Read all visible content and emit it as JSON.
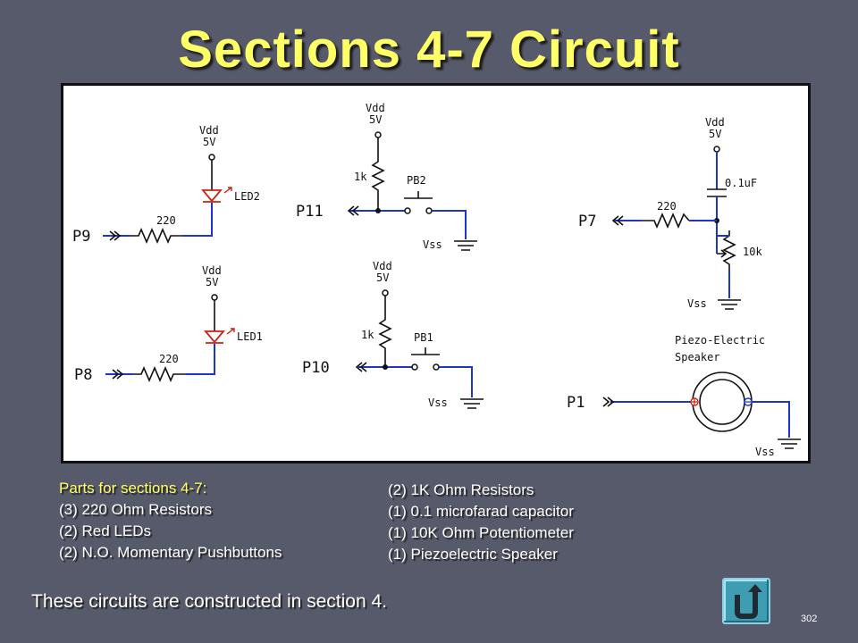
{
  "title": "Sections 4-7 Circuit",
  "diagram": {
    "led2_circuit": {
      "supply": "Vdd",
      "voltage": "5V",
      "led": "LED2",
      "resistor": "220",
      "port": "P9"
    },
    "led1_circuit": {
      "supply": "Vdd",
      "voltage": "5V",
      "led": "LED1",
      "resistor": "220",
      "port": "P8"
    },
    "pb2_circuit": {
      "supply": "Vdd",
      "voltage": "5V",
      "resistor": "1k",
      "button": "PB2",
      "port": "P11",
      "ground": "Vss"
    },
    "pb1_circuit": {
      "supply": "Vdd",
      "voltage": "5V",
      "resistor": "1k",
      "button": "PB1",
      "port": "P10",
      "ground": "Vss"
    },
    "pot_circuit": {
      "supply": "Vdd",
      "voltage": "5V",
      "capacitor": "0.1uF",
      "resistor": "220",
      "potentiometer": "10k",
      "port": "P7",
      "ground": "Vss"
    },
    "speaker_circuit": {
      "label_line1": "Piezo-Electric",
      "label_line2": "Speaker",
      "port": "P1",
      "ground": "Vss"
    }
  },
  "parts_left": {
    "heading": "Parts for sections 4-7:",
    "items": [
      "(3) 220 Ohm Resistors",
      "(2) Red LEDs",
      "(2) N.O. Momentary Pushbuttons"
    ]
  },
  "parts_right": {
    "items": [
      "(2) 1K Ohm Resistors",
      "(1) 0.1 microfarad capacitor",
      "(1) 10K Ohm Potentiometer",
      "(1) Piezoelectric Speaker"
    ]
  },
  "footer_note": "These circuits are constructed in section 4.",
  "back_button": {
    "icon": "u-turn-arrow-icon"
  },
  "page_number": "302",
  "colors": {
    "title": "#ffff66",
    "background": "#575a6b",
    "wire": "#1f35c8",
    "back_button": "#3f9db3"
  }
}
